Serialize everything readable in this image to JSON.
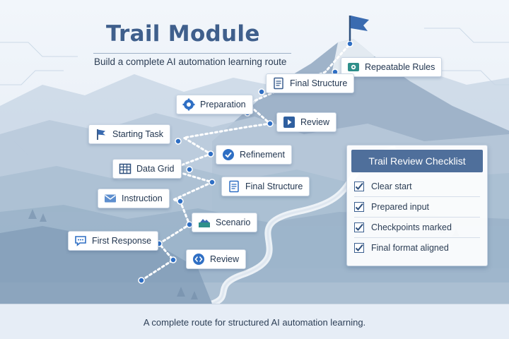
{
  "header": {
    "title": "Trail Module",
    "subtitle": "Build a complete AI automation learning route"
  },
  "nodes": [
    {
      "label": "Repeatable Rules",
      "icon": "gear-icon"
    },
    {
      "label": "Final Structure",
      "icon": "document-icon"
    },
    {
      "label": "Preparation",
      "icon": "gear-icon"
    },
    {
      "label": "Review",
      "icon": "play-icon"
    },
    {
      "label": "Starting Task",
      "icon": "flag-icon"
    },
    {
      "label": "Refinement",
      "icon": "check-circle-icon"
    },
    {
      "label": "Data Grid",
      "icon": "grid-icon"
    },
    {
      "label": "Final Structure",
      "icon": "document-icon"
    },
    {
      "label": "Instruction",
      "icon": "mail-icon"
    },
    {
      "label": "Scenario",
      "icon": "layers-icon"
    },
    {
      "label": "First Response",
      "icon": "chat-icon"
    },
    {
      "label": "Review",
      "icon": "nav-arrows-icon"
    }
  ],
  "checklist": {
    "title": "Trail Review Checklist",
    "items": [
      "Clear start",
      "Prepared input",
      "Checkpoints marked",
      "Final format aligned"
    ]
  },
  "footer": {
    "text": "A complete route for structured AI automation learning."
  },
  "colors": {
    "accent": "#3f5f8c",
    "checklist_header": "#4f6f9b",
    "path": "#ffffff",
    "waypoint": "#2f6fc4"
  }
}
